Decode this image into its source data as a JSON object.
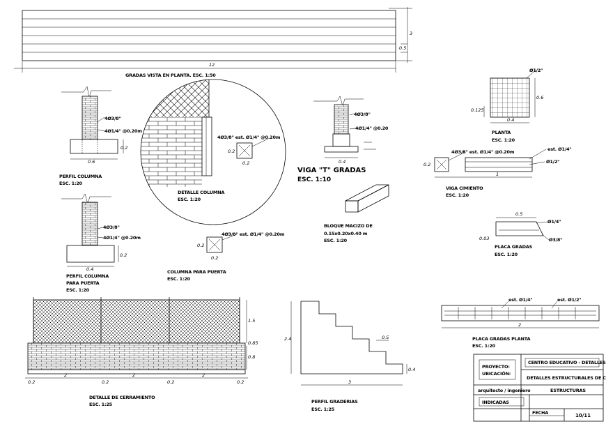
{
  "labels": {
    "gradas_vista": "GRADAS VISTA EN PLANTA. ESC. 1:50",
    "dim_12": "12",
    "dim_3": "3",
    "dim_05_top": "0.5",
    "perfil_columna": "PERFIL COLUMNA",
    "esc_120_a": "ESC. 1:20",
    "dim_06_a": "0.6",
    "dim_02_a": "0.2",
    "rebar_a1": "4Ø3/8\"",
    "rebar_a2": "4Ø1/4\" @0.20m",
    "detalle_columna": "DETALLE COLUMNA",
    "esc_120_b": "ESC. 1:20",
    "col_rebar": "4Ø3/8\" est. Ø1/4\" @0.20m",
    "dim_02_b": "0.2",
    "dim_02_c": "0.2",
    "viga_gradas": "VIGA \"T\" GRADAS",
    "esc_110_vg": "ESC. 1:10",
    "viga_rebar1": "4Ø3/8\"",
    "viga_rebar2": "4Ø1/4\" @0.20",
    "dim_04_v": "0.4",
    "bloque": "BLOQUE MACIZO DE",
    "bloque2": "0.15x0.20x0.40 m",
    "esc_120_bl": "ESC. 1:20",
    "perfil_columna_puerta": "PERFIL COLUMNA",
    "para_puerta": "PARA PUERTA",
    "esc_120_c": "ESC. 1:20",
    "dim_04_c": "0.4",
    "dim_02_d": "0.2",
    "rebar_c1": "4Ø3/8\"",
    "rebar_c2": "4Ø1/4\" @0.20m",
    "columna_puerta": "COLUMNA PARA PUERTA",
    "esc_120_cp": "ESC. 1:20",
    "cp_rebar": "4Ø3/8\" est. Ø1/4\" @0.20m",
    "dim_02_e": "0.2",
    "dim_02_f": "0.2",
    "planta": "PLANTA",
    "esc_120_p": "ESC. 1:20",
    "dim_04_p": "0.4",
    "dim_06_p": "0.6",
    "dim_0125": "0.125",
    "planta_rebar": "Ø1/2\"",
    "viga_cimiento": "VIGA CIMIENTO",
    "esc_120_vc": "ESC. 1:20",
    "vc_rebar": "4Ø3/8\" est. Ø1/4\" @0.20m",
    "vc_rebar2": "est. Ø1/4\"",
    "vc_rebar3": "Ø1/2\"",
    "dim_02_vc": "0.2",
    "dim_1_vc": "1",
    "placa_gradas": "PLACA GRADAS",
    "esc_120_pg": "ESC. 1:20",
    "dim_05_pg": "0.5",
    "dim_003": "0.03",
    "pg_rebar1": "Ø1/4\"",
    "pg_rebar2": "Ø3/8\"",
    "detalle_cerramiento": "DETALLE DE CERRAMIENTO",
    "esc_125_dc": "ESC. 1:25",
    "dim_15": "1.5",
    "dim_085": "0.85",
    "dim_08": "0.8",
    "dim_2_a": "2",
    "dim_2_b": "2",
    "dim_2_c": "2",
    "dim_02_g": "0.2",
    "dim_02_h": "0.2",
    "dim_02_i": "0.2",
    "dim_02_j": "0.2",
    "perfil_gradas": "PERFIL GRADERIAS",
    "esc_125_pgr": "ESC. 1:25",
    "dim_24": "2.4",
    "dim_3_pg": "3",
    "dim_05_st": "0.5",
    "dim_04_st": "0.4",
    "placa_gradas_planta": "PLACA GRADAS PLANTA",
    "esc_120_pgp": "ESC. 1:20",
    "pgp_rebar1": "est. Ø1/4\"",
    "pgp_rebar2": "est. Ø1/2\"",
    "dim_2_pgp": "2"
  },
  "title_block": {
    "project": "CENTRO EDUCATIVO - DETALLES ESTRUCTURALES",
    "line1": "PROYECTO:",
    "line2": "UBICACIÓN:",
    "contents": "DETALLES ESTRUCTURALES DE CERRAMIENTO Y GRADAS",
    "drawing": "ESTRUCTURAS",
    "author": "arquitecto / ingeniero",
    "scale": "INDICADAS",
    "date": "FECHA",
    "sheet": "10/11"
  }
}
